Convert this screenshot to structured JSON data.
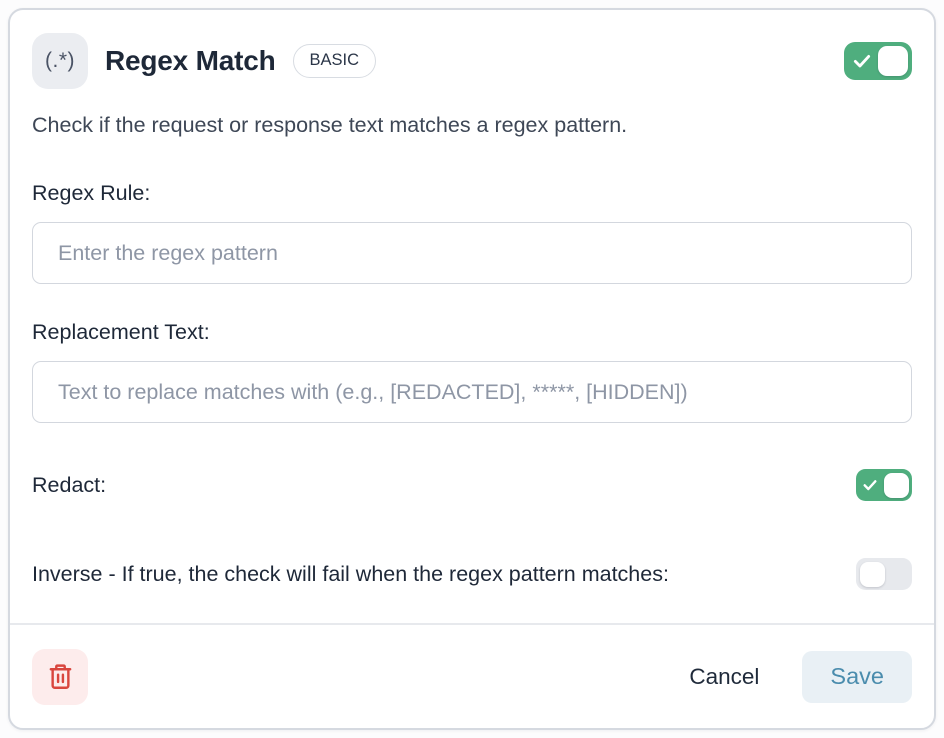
{
  "header": {
    "icon_text": "(.*)",
    "title": "Regex Match",
    "badge": "BASIC",
    "enabled_toggle": "on"
  },
  "description": "Check if the request or response text matches a regex pattern.",
  "fields": {
    "regex_rule": {
      "label": "Regex Rule:",
      "placeholder": "Enter the regex pattern",
      "value": ""
    },
    "replacement_text": {
      "label": "Replacement Text:",
      "placeholder": "Text to replace matches with (e.g., [REDACTED], *****, [HIDDEN])",
      "value": ""
    },
    "redact": {
      "label": "Redact:",
      "state": "on"
    },
    "inverse": {
      "label": "Inverse - If true, the check will fail when the regex pattern matches:",
      "state": "off"
    }
  },
  "footer": {
    "delete_icon": "trash-icon",
    "cancel_label": "Cancel",
    "save_label": "Save"
  },
  "colors": {
    "toggle_on_green": "#4fae7e",
    "toggle_off_gray": "#e7e9ed",
    "danger_red": "#d9463e",
    "danger_bg": "#fdecec",
    "save_text": "#4a8cad",
    "save_bg": "#e9f0f5",
    "title_text": "#1e2838",
    "card_border": "#d5d9e0"
  }
}
